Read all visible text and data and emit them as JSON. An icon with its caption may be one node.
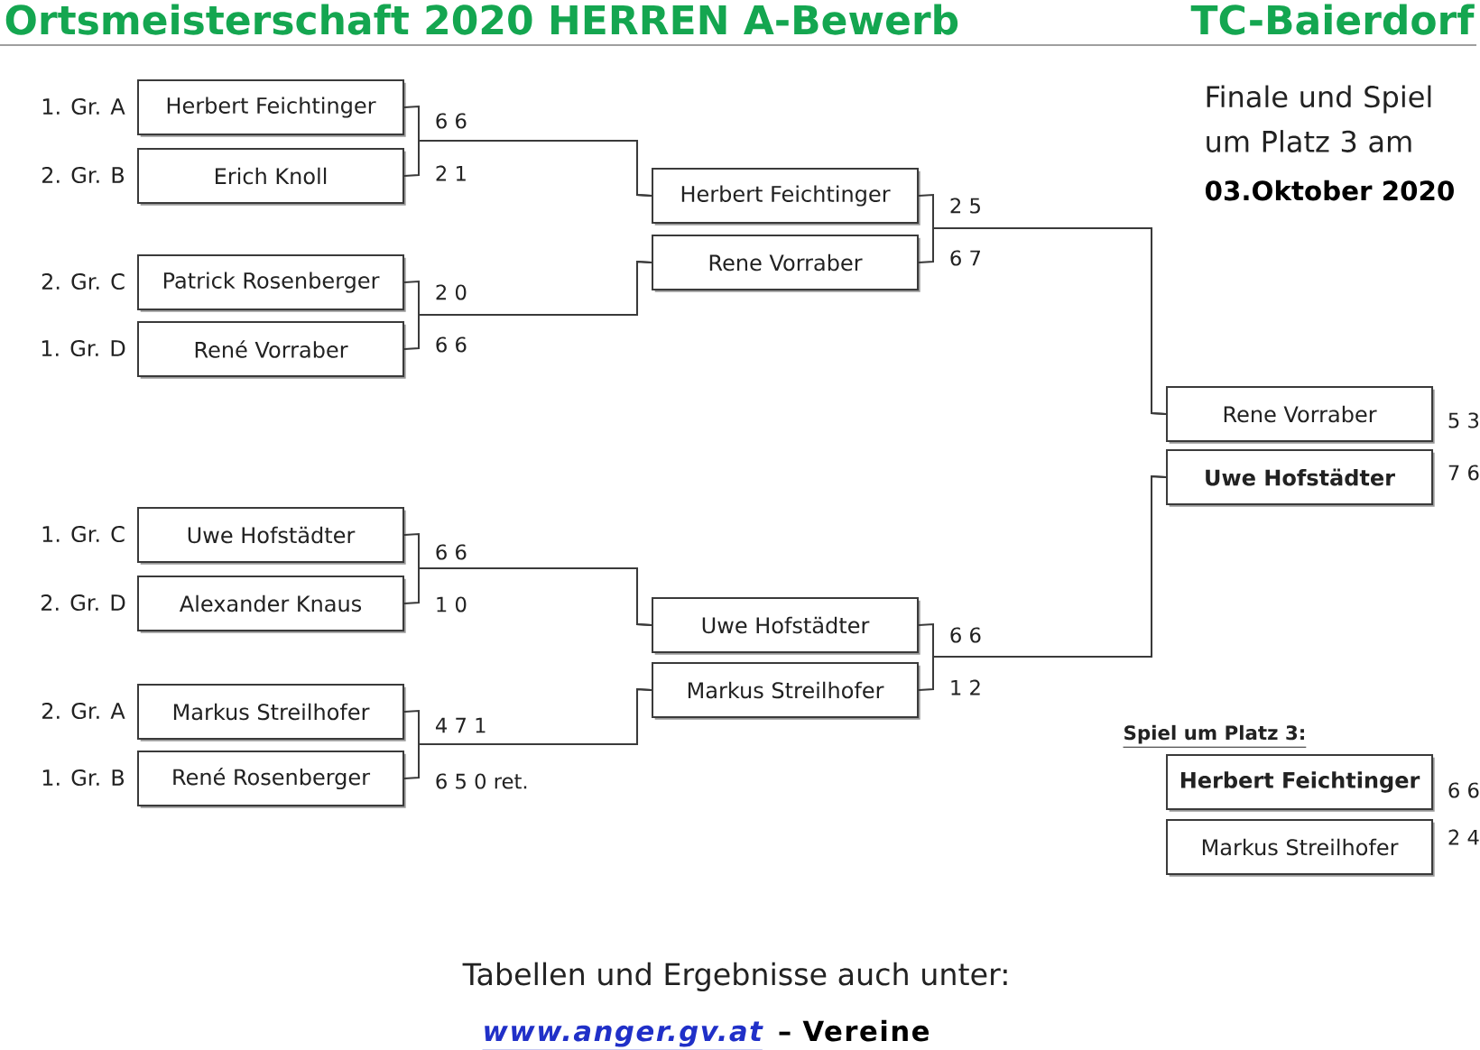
{
  "diagram": {
    "title": "Ortsmeisterschaft 2020 HERREN A-Bewerb",
    "nodes": [
      {
        "text": [
          "Herbert Feichtinger"
        ],
        "beside": [
          "1. Gr. A",
          "6 6"
        ]
      },
      {
        "text": [
          "Erich Knoll"
        ],
        "beside": [
          "2. Gr. B",
          "2 1"
        ]
      },
      {
        "text": [
          "Patrick Rosenberger"
        ],
        "beside": [
          "2. Gr. C",
          "2 0"
        ]
      },
      {
        "text": [
          "René Vorraber"
        ],
        "beside": [
          "1. Gr. D",
          "6 6"
        ]
      },
      {
        "text": [
          "Uwe Hofstädter"
        ],
        "beside": [
          "1. Gr. C",
          "6 6"
        ]
      },
      {
        "text": [
          "Alexander Knaus"
        ],
        "beside": [
          "2. Gr. D",
          "1 0"
        ]
      },
      {
        "text": [
          "Markus Streilhofer"
        ],
        "beside": [
          "2. Gr. A",
          "4 7 1"
        ]
      },
      {
        "text": [
          "René Rosenberger"
        ],
        "beside": [
          "1. Gr. B",
          "6 5 0 ret."
        ]
      },
      {
        "text": [
          "Herbert Feichtinger"
        ],
        "beside": [
          "2 5"
        ]
      },
      {
        "text": [
          "Rene Vorraber"
        ],
        "beside": [
          "6 7"
        ]
      },
      {
        "text": [
          "Uwe Hofstädter"
        ],
        "beside": [
          "6 6"
        ]
      },
      {
        "text": [
          "Markus Streilhofer"
        ],
        "beside": [
          "1 2"
        ]
      },
      {
        "text": [
          "Rene Vorraber"
        ],
        "beside": [
          "5 3"
        ]
      },
      {
        "text": [
          "Uwe Hofstädter"
        ],
        "beside": [
          "7 6"
        ]
      },
      {
        "text": [
          "Herbert Feichtinger"
        ],
        "beside": [
          "6 6"
        ]
      },
      {
        "text": [
          "Markus Streilhofer"
        ],
        "beside": [
          "2 4"
        ]
      }
    ],
    "edges": [
      {
        "from": 0,
        "to": 8,
        "arrow": "none"
      },
      {
        "from": 1,
        "to": 8,
        "arrow": "none"
      },
      {
        "from": 2,
        "to": 9,
        "arrow": "none"
      },
      {
        "from": 3,
        "to": 9,
        "arrow": "none"
      },
      {
        "from": 4,
        "to": 10,
        "arrow": "none"
      },
      {
        "from": 5,
        "to": 10,
        "arrow": "none"
      },
      {
        "from": 6,
        "to": 11,
        "arrow": "none"
      },
      {
        "from": 7,
        "to": 11,
        "arrow": "none"
      },
      {
        "from": 8,
        "to": 12,
        "arrow": "none"
      },
      {
        "from": 9,
        "to": 12,
        "arrow": "none"
      },
      {
        "from": 10,
        "to": 13,
        "arrow": "none"
      },
      {
        "from": 11,
        "to": 13,
        "arrow": "none"
      }
    ],
    "labels": [
      "TC-Baierdorf",
      "Finale und Spiel um Platz 3 am",
      "03.Oktober 2020",
      "Spiel um Platz 3:",
      "Tabellen und Ergebnisse auch unter:",
      "www.anger.gv.at",
      "– Vereine"
    ]
  }
}
